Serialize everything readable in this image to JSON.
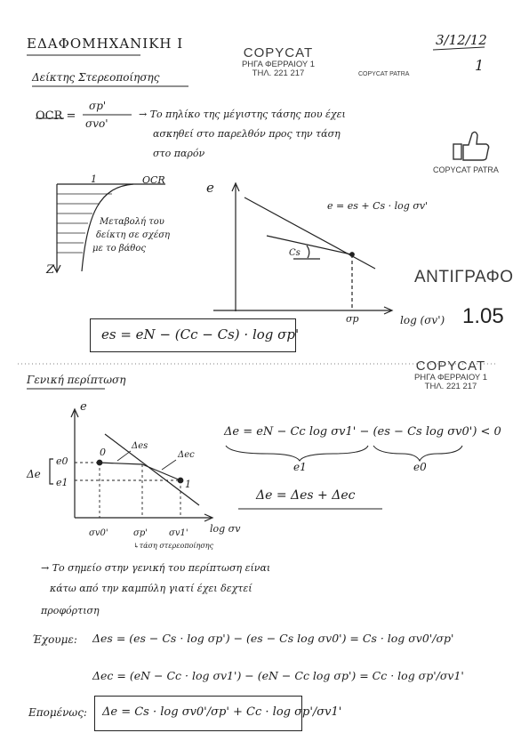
{
  "header": {
    "course_title": "ΕΔΑΦΟΜΗΧΑΝΙΚΗ Ι",
    "date": "3/12/12",
    "page_number": "1"
  },
  "stamps": {
    "copycat_line1": "COPYCAT",
    "copycat_line2": "ΡΗΓΑ ΦΕΡΡΑΙΟΥ 1",
    "copycat_line3": "ΤΗΛ. 221 217",
    "copycat_small": "COPYCAT PATRA",
    "thumb_caption": "COPYCAT PATRA",
    "antigrafo": "ΑΝΤΙΓΡΑΦΟ",
    "price": "1.05"
  },
  "section1": {
    "title": "Δείκτης Στερεοποίησης",
    "ocr_lhs": "OCR =",
    "ocr_num": "σp'",
    "ocr_den": "σvo'",
    "ocr_desc_line1": "→ Το πηλίκο της μέγιστης τάσης που έχει",
    "ocr_desc_line2": "ασκηθεί στο παρελθόν προς την τάση",
    "ocr_desc_line3": "στο παρόν"
  },
  "diagram_ocr": {
    "label_top": "1",
    "label_ocr": "OCR",
    "label_z": "Z",
    "note_line1": "Μεταβολή του",
    "note_line2": "δείκτη σε σχέση",
    "note_line3": "με το βάθος"
  },
  "diagram_e_log": {
    "axis_e": "e",
    "equation": "e = es + Cs · log σv'",
    "label_cs": "Cs",
    "label_sigma_p": "σp",
    "axis_x": "log (σv')"
  },
  "boxed_equation_1": "es = eN − (Cc − Cs) · log σp'",
  "section2": {
    "title": "Γενική περίπτωση",
    "axis_e": "e",
    "label_e0": "e0",
    "label_e1": "e1",
    "label_delta_e": "Δe",
    "label_0": "0",
    "label_1": "1",
    "label_des": "Δes",
    "label_dec": "Δec",
    "tick_s0": "σv0'",
    "tick_sp": "σp'",
    "tick_s1": "σv1'",
    "axis_x": "log σv",
    "x_note": "↳τάση στερεοποίησης",
    "eq_de": "Δe = eN − Cc log σv1' − (es − Cs log σv0') < 0",
    "under_e1": "e1",
    "under_e0": "e0",
    "eq_sum": "Δe = Δes + Δec",
    "note_line1": "→ Το σημείο στην γενική του περίπτωση είναι",
    "note_line2": "κάτω από την καμπύλη γιατί έχει δεχτεί",
    "note_line3": "προφόρτιση",
    "have_label": "Έχουμε:",
    "eq_des": "Δes = (es − Cs · log σp') − (es − Cs log σv0') = Cs · log σv0'/σp'",
    "eq_dec": "Δec = (eN − Cc · log σv1') − (eN − Cc log σp') = Cc · log σp'/σv1'",
    "therefore_label": "Επομένως:",
    "eq_final": "Δe = Cs · log σv0'/σp' + Cc · log σp'/σv1'"
  }
}
